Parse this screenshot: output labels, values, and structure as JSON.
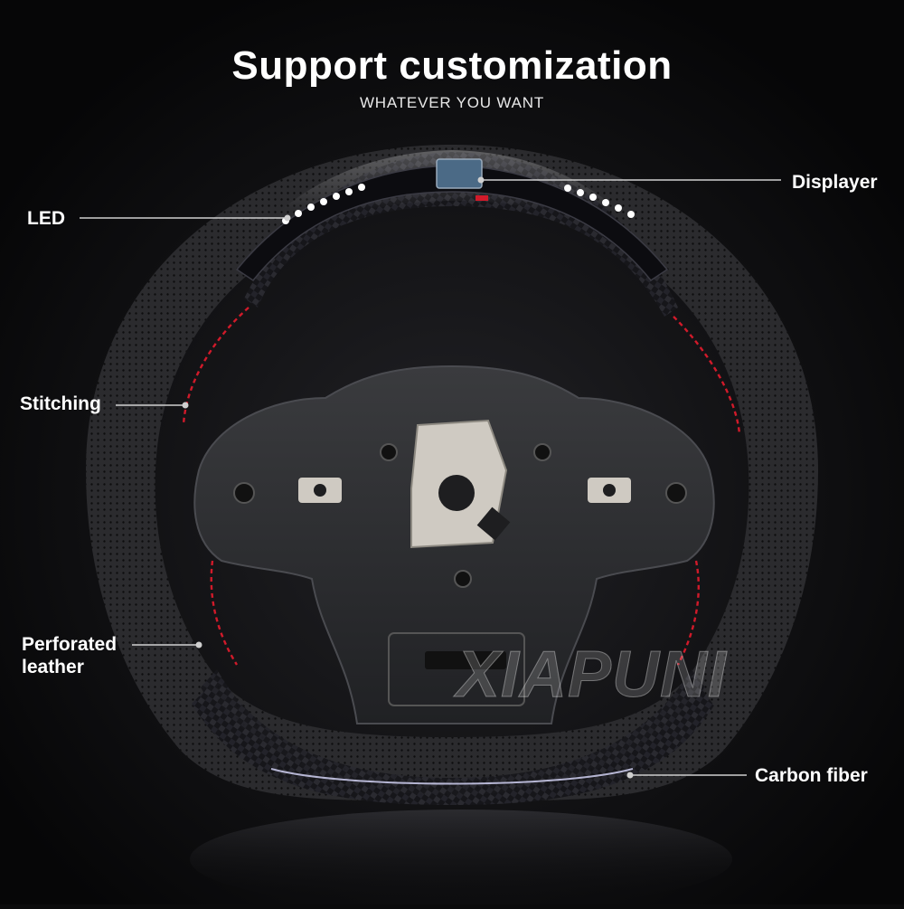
{
  "header": {
    "title": "Support customization",
    "subtitle": "WHATEVER YOU WANT"
  },
  "callouts": {
    "led": "LED",
    "displayer": "Displayer",
    "stitching": "Stitching",
    "perforated_line1": "Perforated",
    "perforated_line2": "leather",
    "carbon_fiber": "Carbon fiber"
  },
  "brand": {
    "watermark": "XIAPUNI"
  },
  "colors": {
    "background": "#0b0b0c",
    "stitching": "#d11a2a",
    "led": "#ffffff",
    "leather": "#2a2a2c",
    "carbon": "#1a1a1c"
  }
}
